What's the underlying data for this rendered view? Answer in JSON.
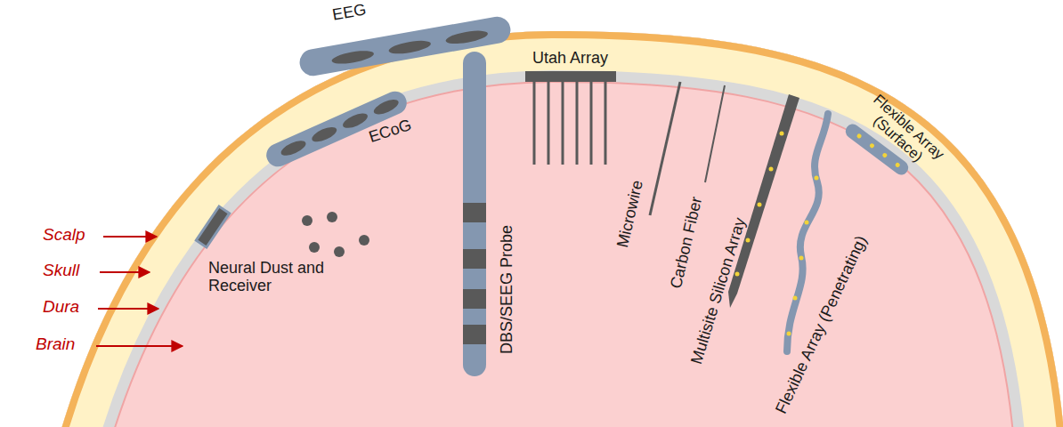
{
  "diagram": {
    "labels": [
      "EEG",
      "Utah Array",
      "ECoG",
      "Scalp",
      "Skull",
      "Dura",
      "Brain",
      "Neural Dust and Receiver",
      "DBS/SEEG Probe",
      "Microwire",
      "Carbon Fiber",
      "Multisite Silicon Array",
      "Flexible Array (Penetrating)",
      "Flexible Array (Surface)"
    ]
  }
}
